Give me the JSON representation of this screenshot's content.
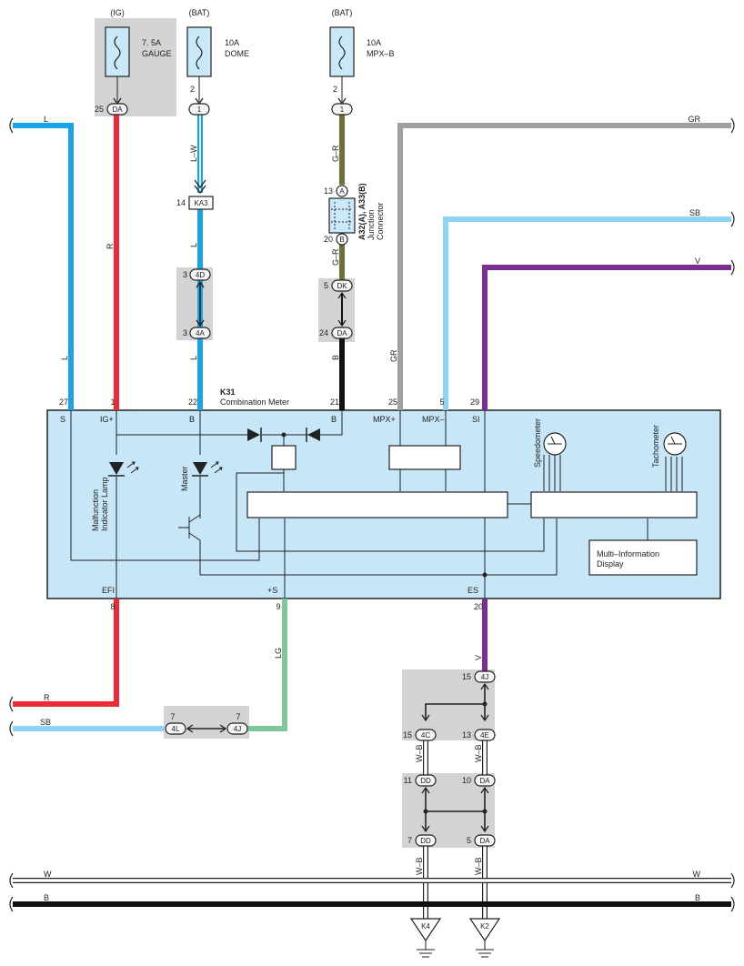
{
  "fuses": [
    {
      "source": "(IG)",
      "rating": "7. 5A",
      "name": "GAUGE",
      "pin": "25",
      "conn": "DA"
    },
    {
      "source": "(BAT)",
      "rating": "10A",
      "name": "DOME",
      "pin": "2",
      "conn": "1"
    },
    {
      "source": "(BAT)",
      "rating": "10A",
      "name": "MPX–B",
      "pin": "2",
      "conn": "1"
    }
  ],
  "wire_colors": {
    "L": "#1aa3e6",
    "R": "#ee2a35",
    "LW": "#1aa3e6",
    "GR_wire": "#a0a0a0",
    "SB": "#8fd4f5",
    "V": "#7a2e91",
    "LG": "#7fc79b",
    "B": "#111111",
    "W": "#ffffff",
    "GRdual": "#3a8f3a"
  },
  "left_edge": {
    "L": "L",
    "R": "R",
    "SB": "SB",
    "W": "W",
    "B": "B"
  },
  "right_edge": {
    "GR": "GR",
    "SB": "SB",
    "V": "V",
    "W": "W",
    "B": "B"
  },
  "wire_labels": {
    "r_top": "R",
    "l_left": "L",
    "lw": "L–W",
    "l1": "L",
    "l2": "L",
    "gr_top": "G–R",
    "gr_mid": "G–R",
    "b_mid": "B",
    "gr_vert": "GR",
    "v_low": "V",
    "lg": "LG",
    "wb1": "W–B",
    "wb2": "W–B",
    "wb3": "W–B",
    "wb4": "W–B"
  },
  "connectors": {
    "ka3": {
      "pin": "14",
      "name": "KA3"
    },
    "c4d": {
      "pin": "3",
      "name": "4D"
    },
    "c4a": {
      "pin": "3",
      "name": "4A"
    },
    "jA": {
      "pin": "13",
      "name": "A"
    },
    "jB": {
      "pin": "20",
      "name": "B"
    },
    "dk": {
      "pin": "5",
      "name": "DK"
    },
    "da24": {
      "pin": "24",
      "name": "DA"
    },
    "c4j_top": {
      "pin": "15",
      "name": "4J"
    },
    "c4c": {
      "pin": "15",
      "name": "4C"
    },
    "c4e": {
      "pin": "13",
      "name": "4E"
    },
    "dd11": {
      "pin": "11",
      "name": "DD"
    },
    "da10": {
      "pin": "10",
      "name": "DA"
    },
    "dd7": {
      "pin": "7",
      "name": "DD"
    },
    "da5": {
      "pin": "5",
      "name": "DA"
    },
    "c4l": {
      "pin": "7",
      "name": "4L"
    },
    "c4j": {
      "pin": "7",
      "name": "4J"
    }
  },
  "junction_connector": {
    "ids": "A32(A), A33(B)",
    "label1": "Junction",
    "label2": "Connector"
  },
  "meter": {
    "id": "K31",
    "name": "Combination Meter",
    "top_pins": [
      {
        "num": "27",
        "name": "S"
      },
      {
        "num": "1",
        "name": "IG+"
      },
      {
        "num": "22",
        "name": "B"
      },
      {
        "num": "21",
        "name": "B"
      },
      {
        "num": "25",
        "name": "MPX+"
      },
      {
        "num": "5",
        "name": "MPX–"
      },
      {
        "num": "29",
        "name": "SI"
      }
    ],
    "bottom_pins": [
      {
        "num": "8",
        "name": "EFI"
      },
      {
        "num": "9",
        "name": "+S"
      },
      {
        "num": "20",
        "name": "ES"
      }
    ],
    "mil_label1": "Malfunction",
    "mil_label2": "Indicator Lamp",
    "master_label": "Master",
    "speedometer": "Speedometer",
    "tachometer": "Tachometer",
    "mid_label1": "Multi–Information",
    "mid_label2": "Display"
  },
  "grounds": [
    {
      "name": "K4"
    },
    {
      "name": "K2"
    }
  ]
}
